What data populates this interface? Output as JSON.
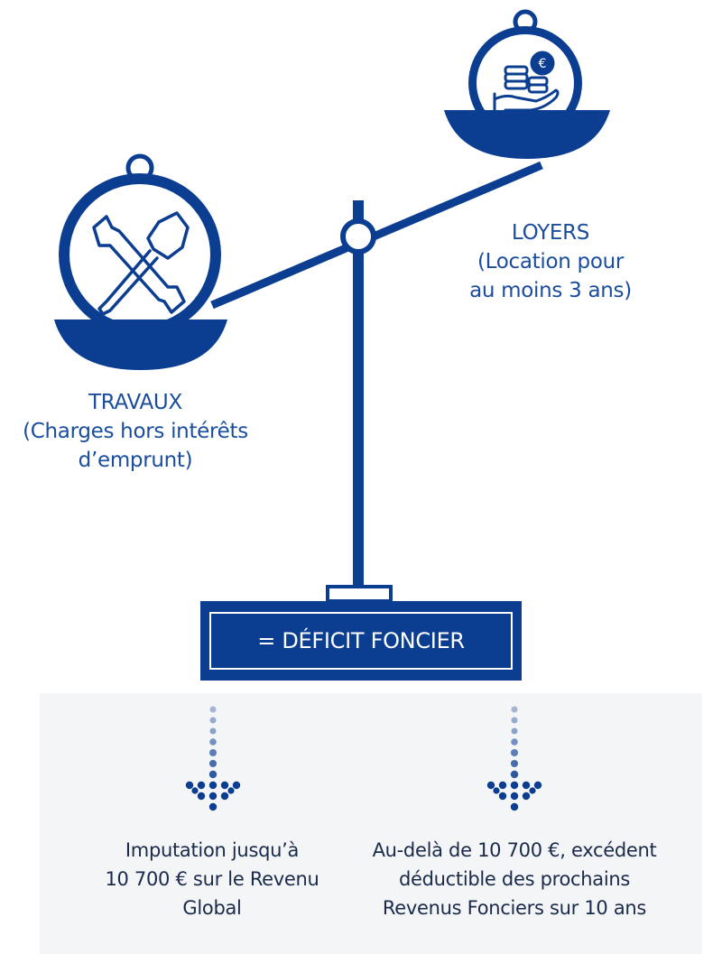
{
  "colors": {
    "primary": "#0b3d91",
    "text": "#1a4d9e",
    "panel": "#f4f5f7"
  },
  "travaux": {
    "icon": "tools-icon",
    "lines": [
      "TRAVAUX",
      "(Charges hors intérêts",
      "d’emprunt)"
    ]
  },
  "loyers": {
    "icon": "money-hand-icon",
    "euro_symbol": "€",
    "lines": [
      "LOYERS",
      "(Location pour",
      "au moins 3 ans)"
    ]
  },
  "deficit": {
    "label": "= DÉFICIT FONCIER"
  },
  "outcomes": {
    "left": [
      "Imputation jusqu’à",
      "10 700 € sur le Revenu",
      "Global"
    ],
    "right": [
      "Au-delà de 10 700 €, excédent",
      "déductible des prochains",
      "Revenus Fonciers sur 10 ans"
    ]
  }
}
